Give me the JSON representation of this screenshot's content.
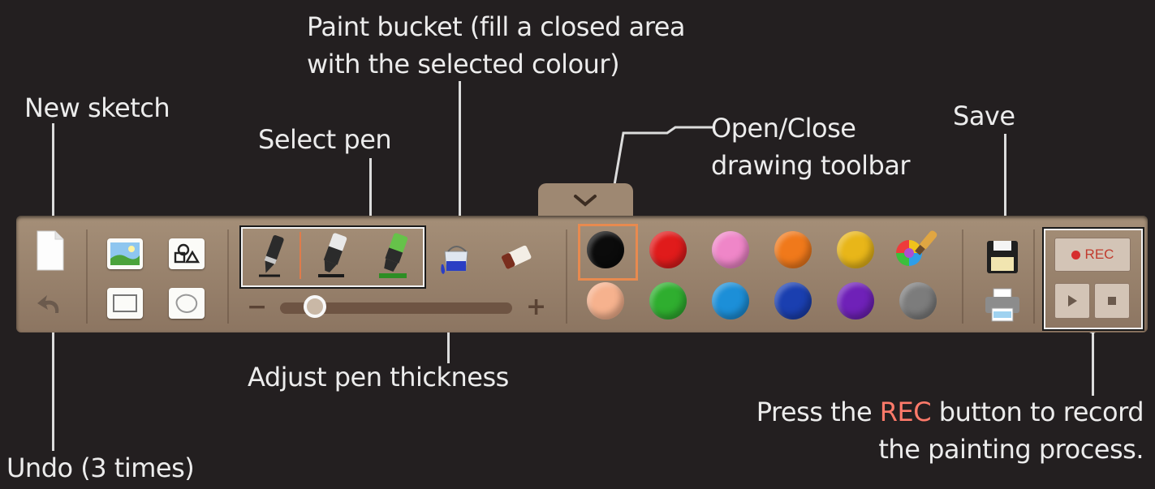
{
  "callouts": {
    "new_sketch": "New sketch",
    "select_pen": "Select pen",
    "paint_bucket_line1": "Paint bucket (fill a closed area",
    "paint_bucket_line2": "with the selected colour)",
    "open_close_line1": "Open/Close",
    "open_close_line2": "drawing toolbar",
    "save": "Save",
    "adjust_thickness": "Adjust pen thickness",
    "undo": "Undo (3 times)",
    "rec_prefix": "Press the ",
    "rec_word": "REC",
    "rec_suffix": " button to record",
    "rec_line2": "the painting process."
  },
  "toolbar": {
    "slider_minus": "−",
    "slider_plus": "+",
    "thickness_value": 0.15,
    "rec_label": "REC",
    "colors_row1": [
      "#0b0b0b",
      "#e01b1b",
      "#ef86c8",
      "#f0791b",
      "#e8b619"
    ],
    "colors_row2": [
      "#f6b28e",
      "#2fae2f",
      "#1c8fd8",
      "#1a3fb0",
      "#6f21b8",
      "#7c7c7c"
    ],
    "selected_color": "#0b0b0b"
  }
}
